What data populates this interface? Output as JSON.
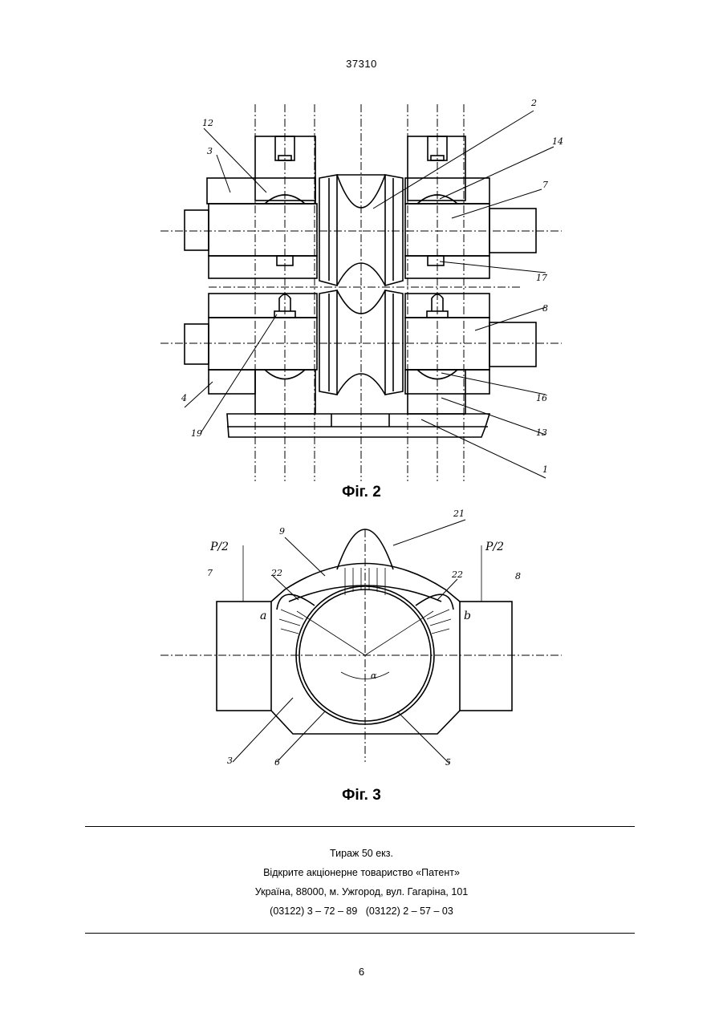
{
  "header": {
    "patent_number": "37310"
  },
  "figure2": {
    "caption": "Фіг. 2",
    "labels": {
      "l1": "1",
      "l2": "2",
      "l3": "3",
      "l4": "4",
      "l7": "7",
      "l8": "8",
      "l12": "12",
      "l13": "13",
      "l14": "14",
      "l16": "16",
      "l17": "17",
      "l19": "19"
    }
  },
  "figure3": {
    "caption": "Фіг. 3",
    "labels": {
      "p_left": "P/2",
      "p_right": "P/2",
      "l3": "3",
      "l5": "5",
      "l6": "6",
      "l7": "7",
      "l8": "8",
      "l9": "9",
      "l21": "21",
      "l22a": "22",
      "l22b": "22",
      "la": "a",
      "lb": "b",
      "alpha": "α"
    }
  },
  "imprint": {
    "line1": "Тираж 50 екз.",
    "line2": "Відкрите акціонерне товариство «Патент»",
    "line3": "Україна, 88000, м. Ужгород, вул. Гагаріна, 101",
    "line4": "(03122) 3 – 72 – 89   (03122) 2 – 57 – 03"
  },
  "footer": {
    "page_number": "6"
  }
}
